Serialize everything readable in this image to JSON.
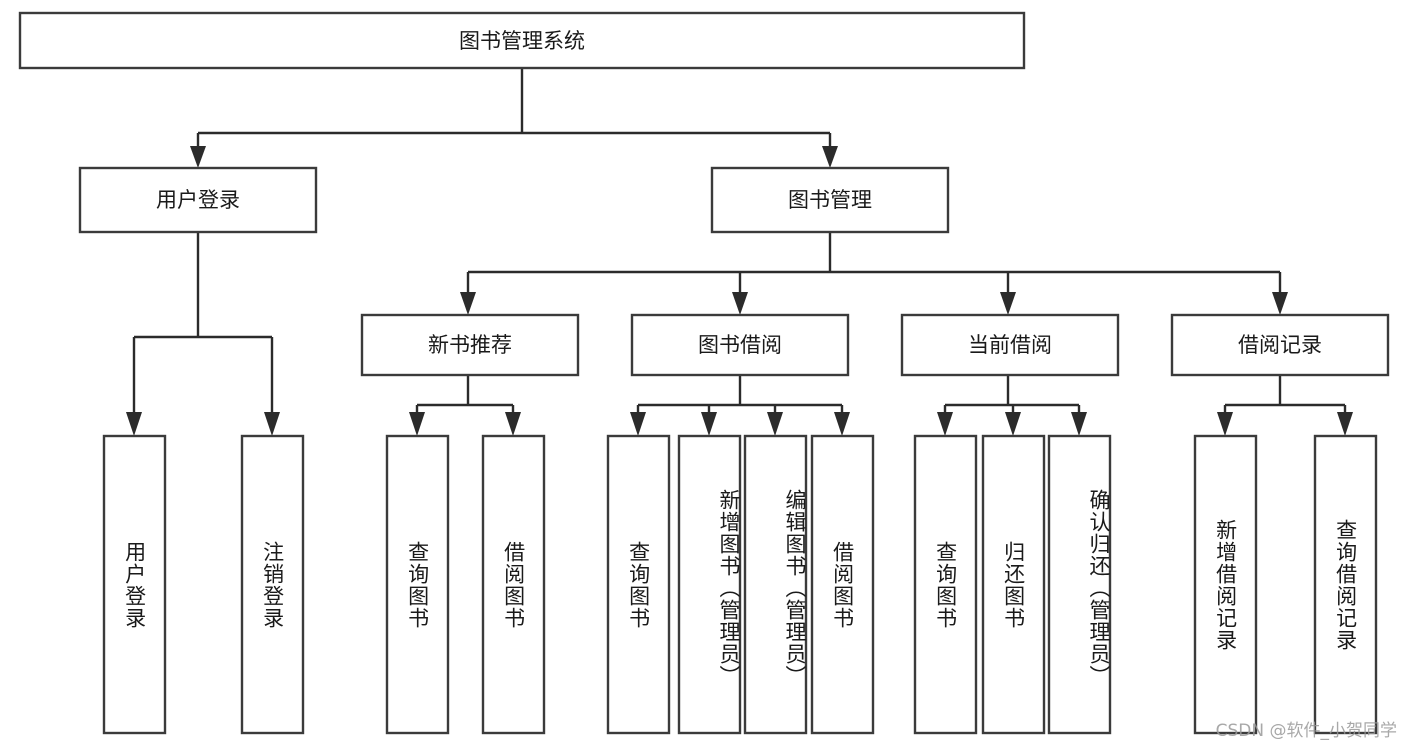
{
  "diagram": {
    "title": "图书管理系统",
    "type": "hierarchy-tree",
    "watermark": "CSDN @软件_小贺同学",
    "colors": {
      "box_stroke": "#3b3b3b",
      "box_fill": "#ffffff",
      "connector": "#2b2b2b",
      "text": "#1a1a1a",
      "watermark": "#9a9a9a",
      "background": "#ffffff"
    },
    "levels": {
      "root": {
        "label": "图书管理系统"
      },
      "level2": [
        {
          "label": "用户登录"
        },
        {
          "label": "图书管理"
        }
      ],
      "level3": [
        {
          "label": "新书推荐"
        },
        {
          "label": "图书借阅"
        },
        {
          "label": "当前借阅"
        },
        {
          "label": "借阅记录"
        }
      ],
      "leaves": {
        "user_login": [
          {
            "label": "用户登录"
          },
          {
            "label": "注销登录"
          }
        ],
        "new_book_recommend": [
          {
            "label": "查询图书"
          },
          {
            "label": "借阅图书"
          }
        ],
        "book_borrow": [
          {
            "label": "查询图书"
          },
          {
            "label": "新增图书（管理员）"
          },
          {
            "label": "编辑图书（管理员）"
          },
          {
            "label": "借阅图书"
          }
        ],
        "current_borrow": [
          {
            "label": "查询图书"
          },
          {
            "label": "归还图书"
          },
          {
            "label": "确认归还（管理员）"
          }
        ],
        "borrow_record": [
          {
            "label": "新增借阅记录"
          },
          {
            "label": "查询借阅记录"
          }
        ]
      }
    }
  }
}
